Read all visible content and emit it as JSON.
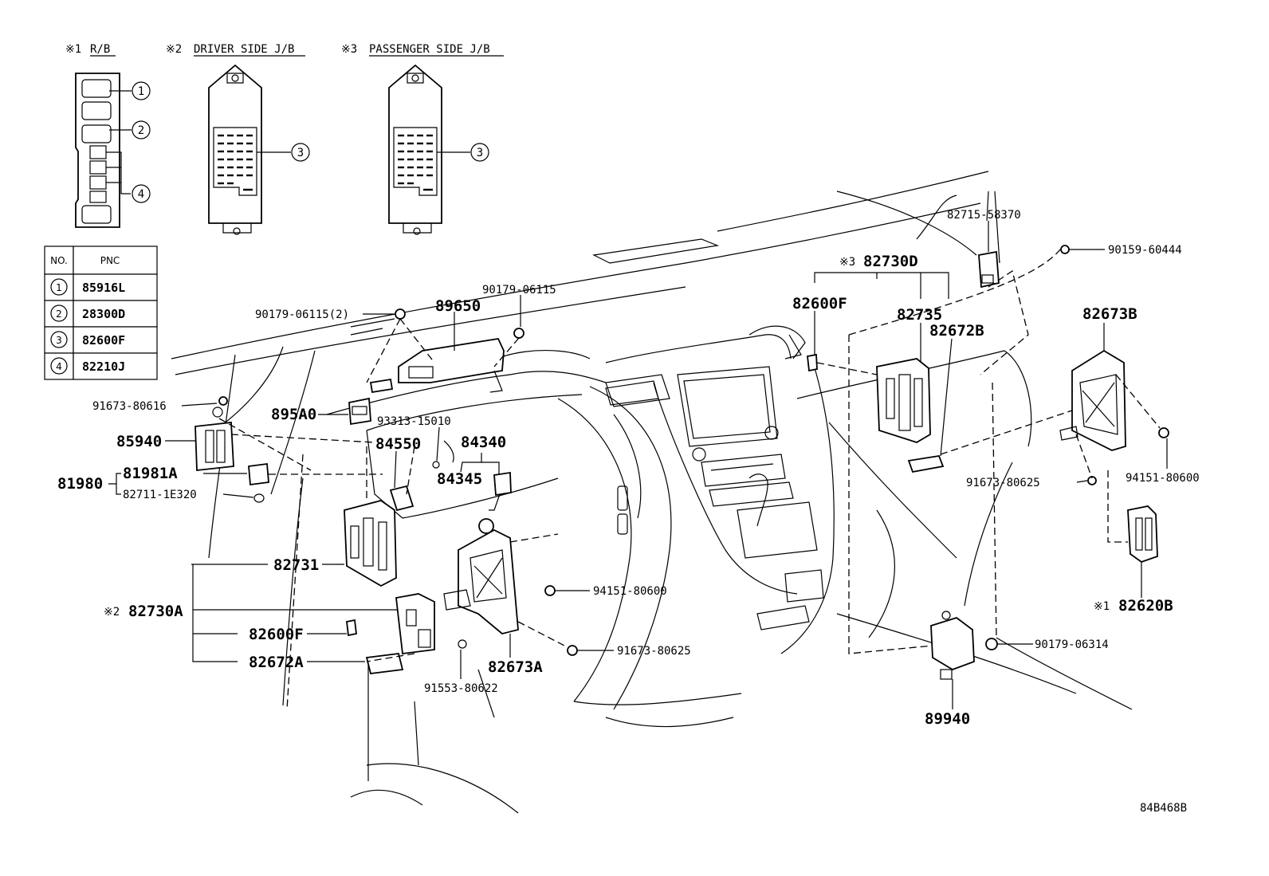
{
  "legend": [
    {
      "mark": "※1",
      "name": "R/B"
    },
    {
      "mark": "※2",
      "name": "DRIVER SIDE J/B"
    },
    {
      "mark": "※3",
      "name": "PASSENGER SIDE J/B"
    }
  ],
  "table": {
    "headers": [
      "NO.",
      "PNC"
    ],
    "rows": [
      {
        "no": "1",
        "pnc": "85916L"
      },
      {
        "no": "2",
        "pnc": "28300D"
      },
      {
        "no": "3",
        "pnc": "82600F"
      },
      {
        "no": "4",
        "pnc": "82210J"
      }
    ]
  },
  "callouts": {
    "rb_1": "1",
    "rb_2": "2",
    "rb_4": "4",
    "driver_3": "3",
    "passenger_3": "3"
  },
  "labels": {
    "l_90179_06115_2": "90179-06115(2)",
    "l_89650": "89650",
    "l_90179_06115": "90179-06115",
    "l_91673_80616": "91673-80616",
    "l_895A0": "895A0",
    "l_93313_15010": "93313-15010",
    "l_85940": "85940",
    "l_84550": "84550",
    "l_84340": "84340",
    "l_81981A": "81981A",
    "l_81980": "81980",
    "l_84345": "84345",
    "l_82711_1E320": "82711-1E320",
    "l_82731": "82731",
    "l_82730A": "82730A",
    "l_82730A_mark": "※2",
    "l_82600F_left": "82600F",
    "l_82672A": "82672A",
    "l_91553_80622": "91553-80622",
    "l_82673A": "82673A",
    "l_94151_80600_left": "94151-80600",
    "l_91673_80625_bottom": "91673-80625",
    "l_82715_58370": "82715-58370",
    "l_90159_60444": "90159-60444",
    "l_82730D": "82730D",
    "l_82730D_mark": "※3",
    "l_82600F_right": "82600F",
    "l_82735": "82735",
    "l_82672B": "82672B",
    "l_82673B": "82673B",
    "l_91673_80625_right": "91673-80625",
    "l_94151_80600_right": "94151-80600",
    "l_82620B": "82620B",
    "l_82620B_mark": "※1",
    "l_90179_06314": "90179-06314",
    "l_89940": "89940",
    "drawing_id": "84B468B"
  }
}
